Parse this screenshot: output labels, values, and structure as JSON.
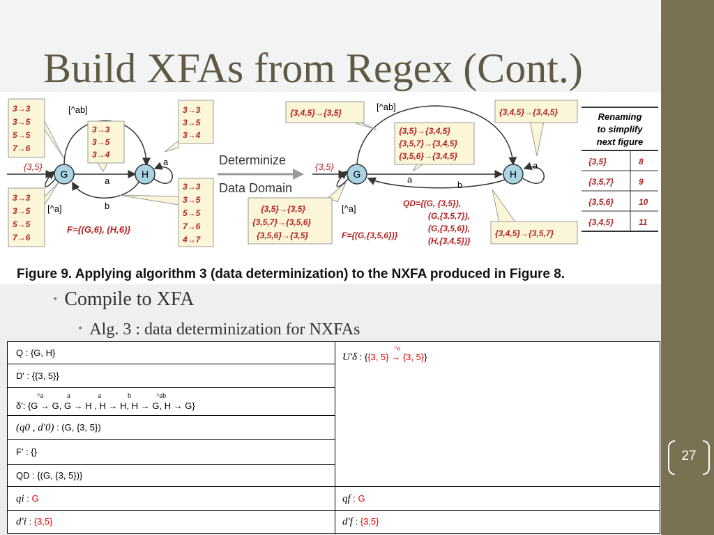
{
  "slide": {
    "title": "Build XFAs from Regex (Cont.)",
    "page_number": "27",
    "bullets": {
      "level1": "Compile to XFA",
      "level2": "Alg. 3 : data determinization for NXFAs"
    }
  },
  "figure": {
    "caption": "Figure 9. Applying algorithm 3 (data determinization) to the NXFA produced in Figure 8.",
    "left": {
      "g_label": "G",
      "h_label": "H",
      "edge_a": "a",
      "edge_b": "b",
      "edge_not_ab": "[^ab]",
      "edge_not_a": "[^a]",
      "self_a": "a",
      "start_set": "{3,5}",
      "final": "F={(G,6), (H,6)}",
      "box_top_left": [
        "3→3",
        "3→5",
        "5→5",
        "7→6"
      ],
      "box_mid": [
        "3→3",
        "3→5",
        "3→4"
      ],
      "box_top_right": [
        "3→3",
        "3→5",
        "3→4"
      ],
      "box_bottom_left": [
        "3→3",
        "3→5",
        "5→5",
        "7→6"
      ],
      "box_bottom_right": [
        "3→3",
        "3→5",
        "5→5",
        "7→6",
        "4→7"
      ]
    },
    "arrow": {
      "line1": "Determinize",
      "line2": "Data Domain"
    },
    "right": {
      "g_label": "G",
      "h_label": "H",
      "edge_a": "a",
      "edge_b": "b",
      "edge_not_ab": "[^ab]",
      "edge_not_a": "[^a]",
      "self_a": "a",
      "start_set": "{3,5}",
      "box_top_left": [
        "{3,4,5}→{3,5}"
      ],
      "box_mid": [
        "{3,5}→{3,4,5}",
        "{3,5,7}→{3,4,5}",
        "{3,5,6}→{3,4,5}"
      ],
      "box_top_right": [
        "{3,4,5}→{3,4,5}"
      ],
      "box_bottom_left": [
        "{3,5}→{3,5}",
        "{3,5,7}→{3,5,6}",
        "{3,5,6}→{3,5}"
      ],
      "box_bottom_right": [
        "{3,4,5}→{3,5,7}"
      ],
      "qd": [
        "QD={(G,   {3,5}),",
        "(G,{3,5,7}),",
        "(G,{3,5,6}),",
        "(H,{3,4,5})}"
      ],
      "final": "F={(G,{3,5,6})}"
    },
    "renaming": {
      "header": [
        "Renaming",
        "to simplify",
        "next figure"
      ],
      "rows": [
        {
          "set": "{3,5}",
          "num": "8"
        },
        {
          "set": "{3,5,7}",
          "num": "9"
        },
        {
          "set": "{3,5,6}",
          "num": "10"
        },
        {
          "set": "{3,4,5}",
          "num": "11"
        }
      ]
    }
  },
  "table": {
    "q_label": "Q",
    "q_value": "{G, H}",
    "d_label": "D'",
    "d_value": "{{3, 5}}",
    "delta_label": "δ'",
    "delta_value": "{G → G, G → H , H → H, H → G, H → G}",
    "delta_arrow_labels": [
      "^a",
      "a",
      "a",
      "b",
      "^ab"
    ],
    "init_label": "(q0 , d'0)",
    "init_value": "(G, {3, 5})",
    "f_label": "F'",
    "f_value": "{}",
    "qd_label": "QD",
    "qd_value": "{(G, {3, 5})}",
    "u_label": "U'δ",
    "u_from": "{3, 5}",
    "u_arrow": "^a",
    "u_to": "{3, 5}",
    "qi_label": "qi",
    "qi_value": "G",
    "qf_label": "qf",
    "qf_value": "G",
    "di_label": "d'i",
    "di_value": "{3,5}",
    "df_label": "d'f",
    "df_value": "{3,5}"
  },
  "colors": {
    "title": "#5e5a43",
    "sidebar": "#787152",
    "callout_fill": "#fcf6d9",
    "callout_text": "#b22222",
    "node_fill": "#a9d4e4",
    "table_red": "#e00000"
  }
}
